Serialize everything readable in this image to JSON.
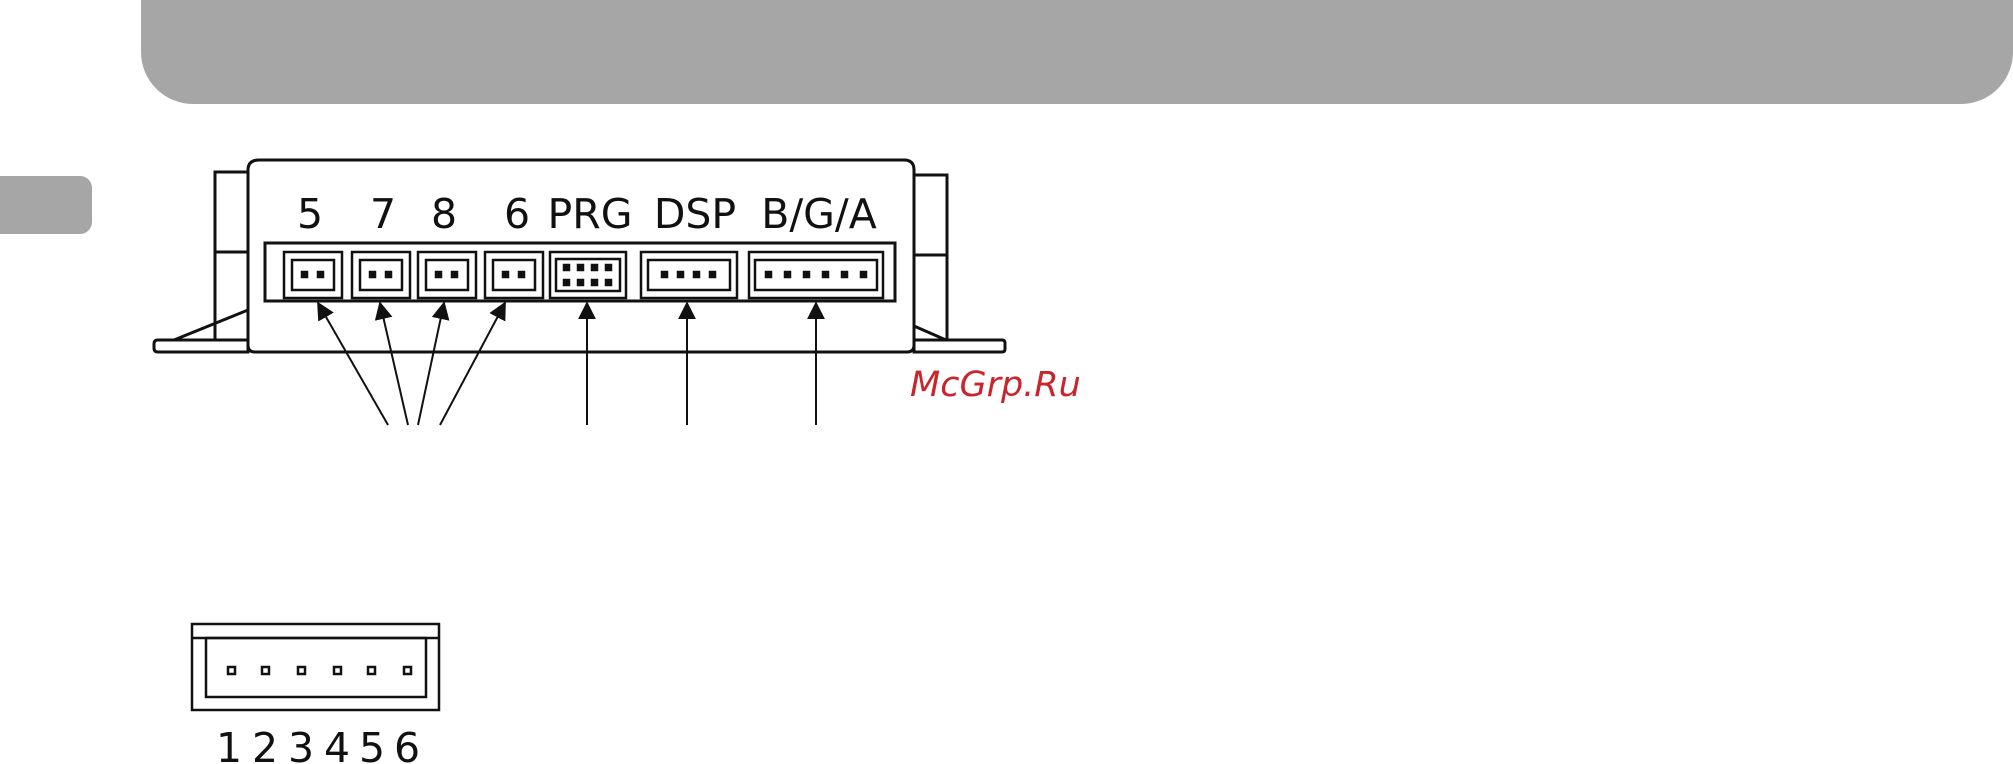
{
  "diagram": {
    "ports": [
      {
        "label": "5",
        "type": "2-pin"
      },
      {
        "label": "7",
        "type": "2-pin"
      },
      {
        "label": "8",
        "type": "2-pin"
      },
      {
        "label": "6",
        "type": "2-pin"
      },
      {
        "label": "PRG",
        "type": "2x4-pin"
      },
      {
        "label": "DSP",
        "type": "4-pin"
      },
      {
        "label": "B/G/A",
        "type": "6-pin"
      }
    ],
    "connector_detail": {
      "pin_numbers": [
        "1",
        "2",
        "3",
        "4",
        "5",
        "6"
      ]
    }
  },
  "watermark": "McGrp.Ru",
  "colors": {
    "header": "#a7a6a6",
    "line": "#111111",
    "watermark": "#c8262c"
  }
}
